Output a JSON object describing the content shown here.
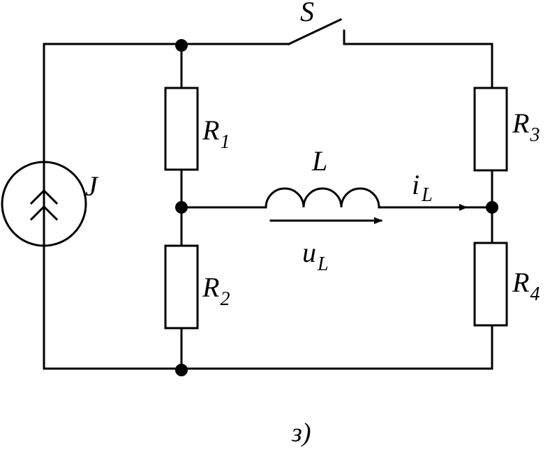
{
  "labels": {
    "switch": "S",
    "source": "J",
    "inductor": "L",
    "r1": {
      "base": "R",
      "sub": "1"
    },
    "r2": {
      "base": "R",
      "sub": "2"
    },
    "r3": {
      "base": "R",
      "sub": "3"
    },
    "r4": {
      "base": "R",
      "sub": "4"
    },
    "current": {
      "base": "i",
      "sub": "L"
    },
    "voltage": {
      "base": "u",
      "sub": "L"
    }
  },
  "caption": "з)"
}
